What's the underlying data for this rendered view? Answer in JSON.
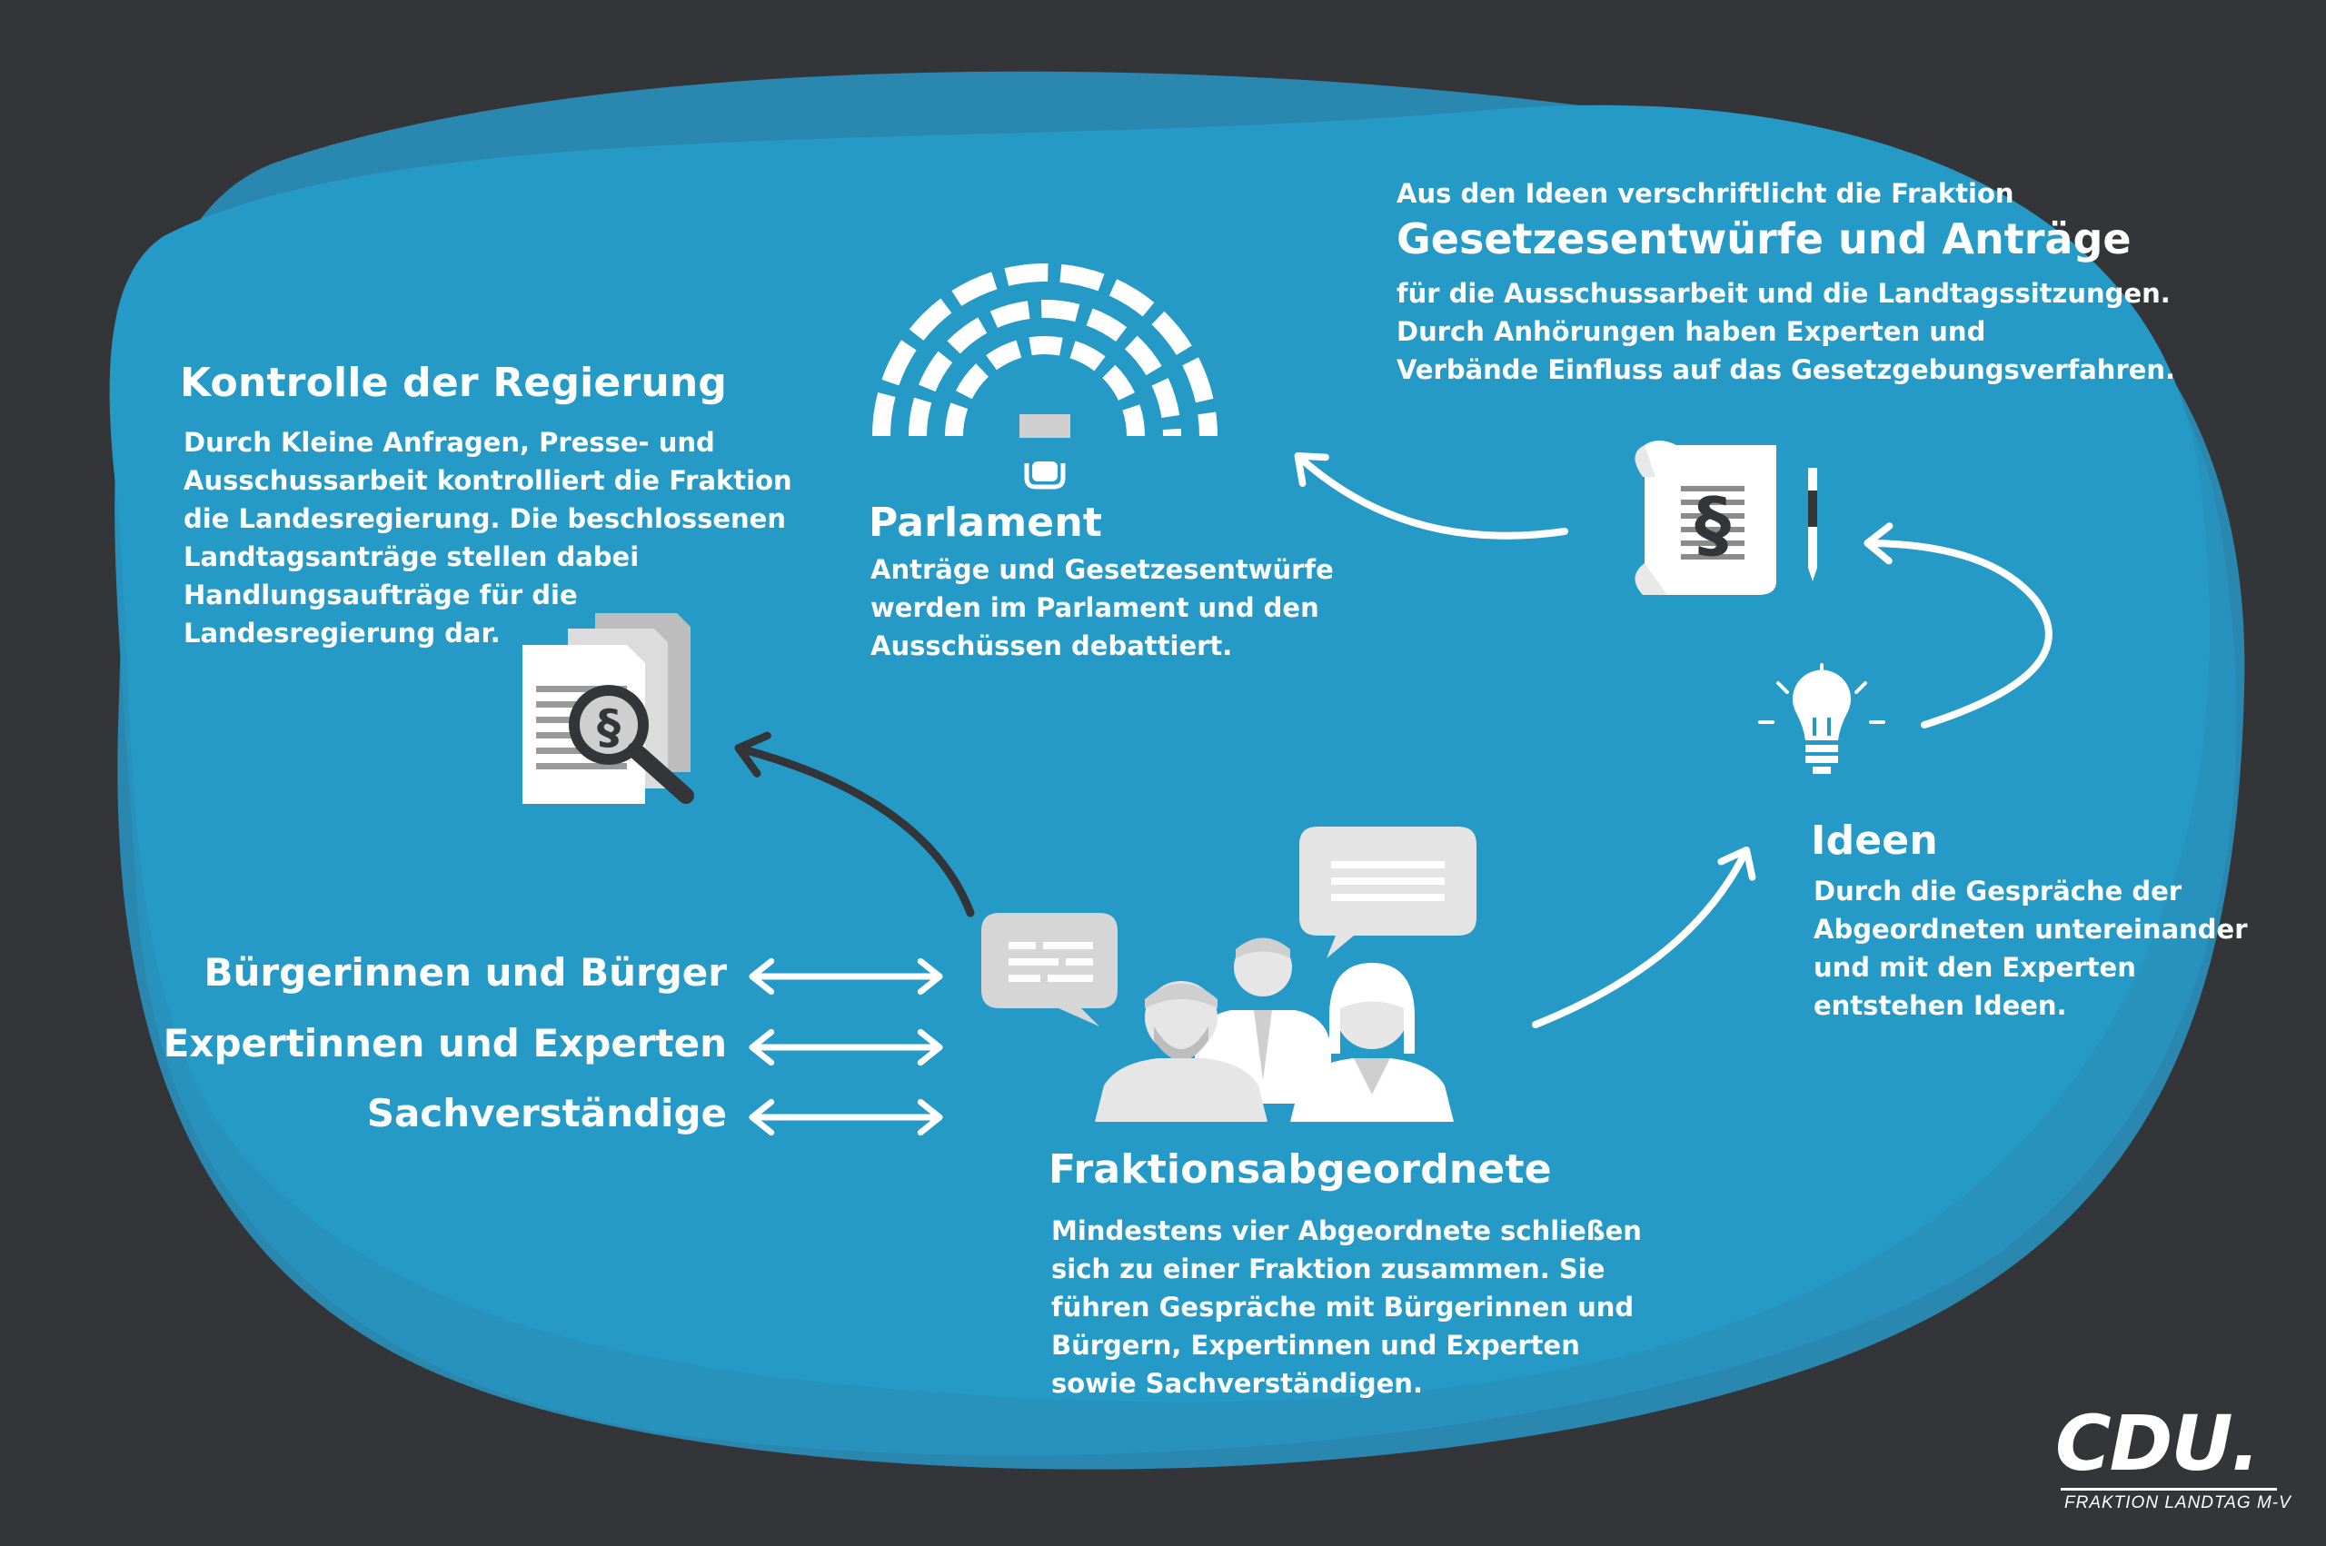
{
  "colors": {
    "background": "#333539",
    "blob_back": "#2a88b0",
    "blob_front": "#259ac7",
    "white": "#ffffff",
    "icon_gray": "#cfcfcf",
    "dark_arrow": "#333539"
  },
  "icons": {
    "parliament": "parliament-hemicycle-icon",
    "law_scroll": "paragraph-scroll-icon",
    "idea": "lightbulb-icon",
    "control": "documents-magnifier-icon",
    "members": "people-group-icon",
    "chat": "speech-bubble-icon",
    "exchange": "double-arrow-icon"
  },
  "kontrolle": {
    "title": "Kontrolle der Regierung",
    "lines": [
      "Durch Kleine Anfragen, Presse- und",
      "Ausschussarbeit kontrolliert die Fraktion",
      "die Landesregierung. Die beschlossenen",
      "Landtagsanträge stellen dabei",
      "Handlungsaufträge für die",
      "Landesregierung dar."
    ]
  },
  "parlament": {
    "title": "Parlament",
    "lines": [
      "Anträge und Gesetzesentwürfe",
      "werden im Parlament und den",
      "Ausschüssen debattiert."
    ]
  },
  "gesetz": {
    "intro": "Aus den Ideen verschriftlicht die Fraktion",
    "title": "Gesetzesentwürfe und Anträge",
    "lines": [
      "für die Ausschussarbeit und die Landtagssitzungen.",
      "Durch Anhörungen haben Experten und",
      "Verbände Einfluss auf das Gesetzgebungsverfahren."
    ]
  },
  "ideen": {
    "title": "Ideen",
    "lines": [
      "Durch die Gespräche der",
      "Abgeordneten untereinander",
      "und mit den Experten",
      "entstehen Ideen."
    ]
  },
  "groups": [
    "Bürgerinnen und Bürger",
    "Expertinnen und Experten",
    "Sachverständige"
  ],
  "fraktion": {
    "title": "Fraktionsabgeordnete",
    "lines": [
      "Mindestens vier Abgeordnete schließen",
      "sich zu einer Fraktion zusammen. Sie",
      "führen Gespräche mit Bürgerinnen und",
      "Bürgern, Expertinnen und Experten",
      "sowie Sachverständigen."
    ]
  },
  "logo": {
    "name": "CDU.",
    "subtitle": "FRAKTION LANDTAG M-V"
  }
}
